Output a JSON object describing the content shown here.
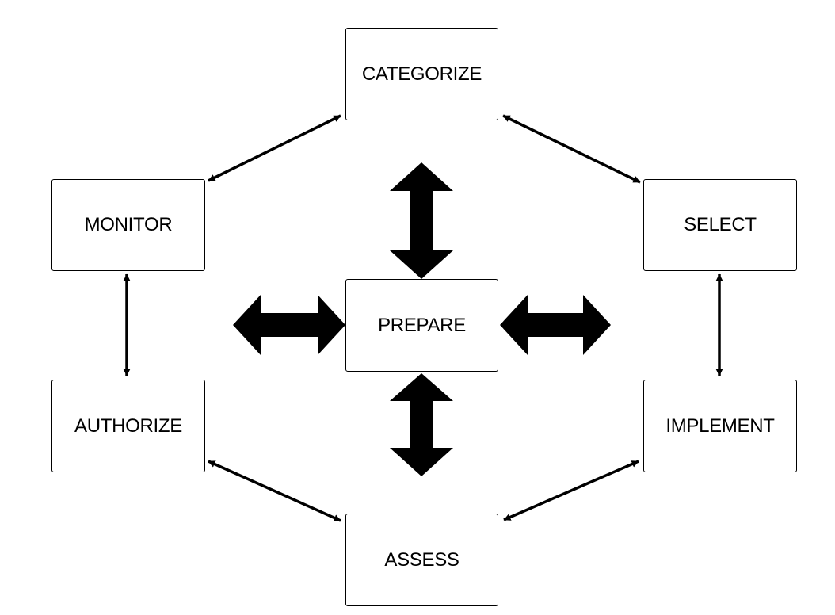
{
  "diagram": {
    "steps": {
      "categorize": "CATEGORIZE",
      "select": "SELECT",
      "implement": "IMPLEMENT",
      "assess": "ASSESS",
      "authorize": "AUTHORIZE",
      "monitor": "MONITOR",
      "prepare": "PREPARE"
    },
    "cycle_order": [
      "categorize",
      "select",
      "implement",
      "assess",
      "authorize",
      "monitor"
    ],
    "center": "prepare",
    "connections": [
      {
        "from": "categorize",
        "to": "select",
        "type": "bidirectional"
      },
      {
        "from": "select",
        "to": "implement",
        "type": "bidirectional"
      },
      {
        "from": "implement",
        "to": "assess",
        "type": "bidirectional"
      },
      {
        "from": "assess",
        "to": "authorize",
        "type": "bidirectional"
      },
      {
        "from": "authorize",
        "to": "monitor",
        "type": "bidirectional"
      },
      {
        "from": "monitor",
        "to": "categorize",
        "type": "bidirectional"
      },
      {
        "from": "prepare",
        "to": "up",
        "type": "bidirectional-bold"
      },
      {
        "from": "prepare",
        "to": "down",
        "type": "bidirectional-bold"
      },
      {
        "from": "prepare",
        "to": "left",
        "type": "bidirectional-bold"
      },
      {
        "from": "prepare",
        "to": "right",
        "type": "bidirectional-bold"
      }
    ],
    "colors": {
      "stroke": "#000000",
      "fill": "#ffffff",
      "background": "#ffffff"
    }
  }
}
